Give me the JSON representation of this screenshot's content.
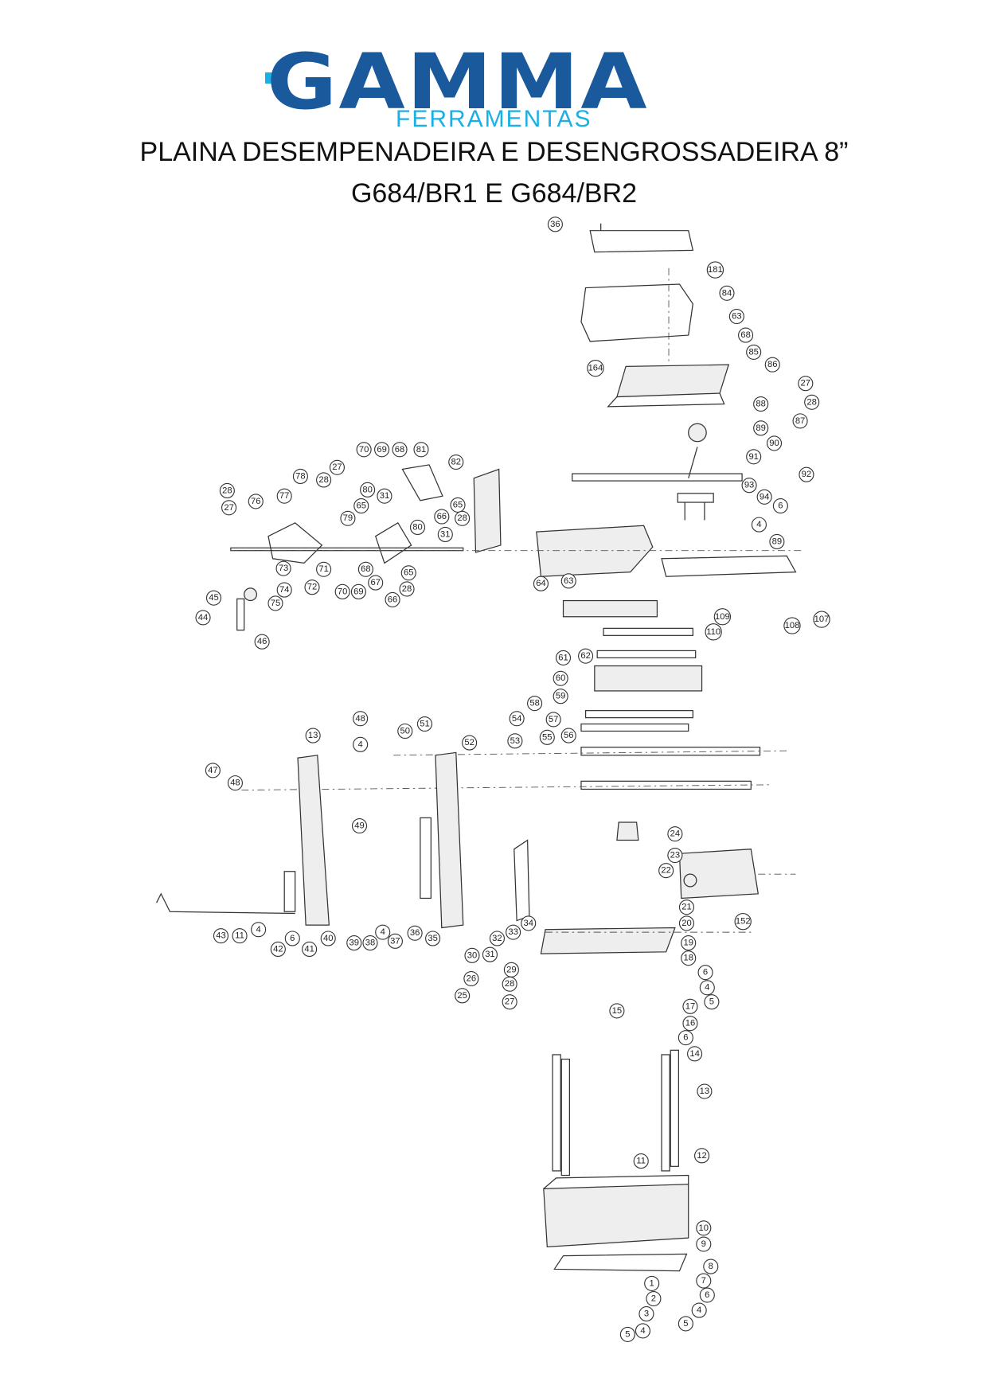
{
  "header": {
    "logo_text": "GAMMA",
    "logo_sub": "FERRAMENTAS",
    "title_line1": "PLAINA DESEMPENADEIRA E DESENGROSSADEIRA 8”",
    "title_line2": "G684/BR1 E G684/BR2"
  },
  "colors": {
    "brand_blue": "#1a5a9c",
    "brand_cyan": "#1ab0e6"
  },
  "callouts": [
    "36",
    "181",
    "84",
    "63",
    "68",
    "85",
    "86",
    "164",
    "27",
    "28",
    "88",
    "87",
    "89",
    "90",
    "91",
    "92",
    "93",
    "94",
    "6",
    "4",
    "89",
    "109",
    "110",
    "108",
    "107",
    "64",
    "63",
    "70",
    "69",
    "68",
    "81",
    "82",
    "78",
    "27",
    "28",
    "77",
    "80",
    "31",
    "65",
    "66",
    "28",
    "76",
    "28",
    "27",
    "65",
    "79",
    "80",
    "31",
    "73",
    "71",
    "72",
    "74",
    "75",
    "68",
    "67",
    "65",
    "28",
    "66",
    "70",
    "69",
    "45",
    "44",
    "46",
    "61",
    "62",
    "60",
    "59",
    "58",
    "57",
    "54",
    "55",
    "56",
    "53",
    "52",
    "48",
    "50",
    "51",
    "13",
    "4",
    "47",
    "48",
    "49",
    "43",
    "11",
    "4",
    "6",
    "42",
    "41",
    "40",
    "39",
    "38",
    "4",
    "37",
    "36",
    "35",
    "32",
    "33",
    "34",
    "30",
    "31",
    "26",
    "25",
    "24",
    "23",
    "22",
    "21",
    "20",
    "152",
    "19",
    "18",
    "6",
    "4",
    "5",
    "29",
    "28",
    "27",
    "15",
    "17",
    "16",
    "6",
    "14",
    "13",
    "12",
    "11",
    "10",
    "9",
    "8",
    "7",
    "1",
    "6",
    "2",
    "3",
    "4",
    "5",
    "5",
    "4"
  ]
}
